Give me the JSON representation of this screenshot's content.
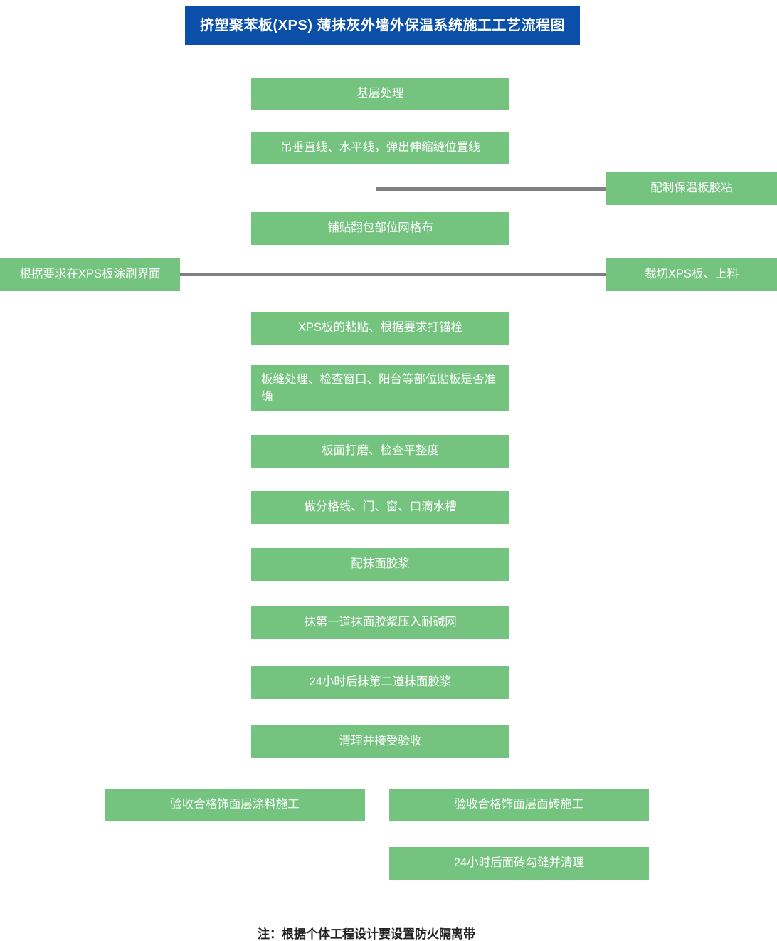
{
  "colors": {
    "title_bg": "#0b4fab",
    "node_bg": "#74c47f",
    "node_text": "#ffffff",
    "connector": "#808080",
    "page_bg": "#ffffff",
    "footnote_text": "#212121"
  },
  "header": {
    "title": "挤塑聚苯板(XPS) 薄抹灰外墙外保温系统施工工艺流程图"
  },
  "flow": {
    "main_column": [
      {
        "id": "base-treatment",
        "label": "基层处理"
      },
      {
        "id": "plumb-level-lines",
        "label": "吊垂直线、水平线，弹出伸缩缝位置线"
      },
      {
        "id": "mesh-wrap",
        "label": "铺贴翻包部位网格布"
      },
      {
        "id": "xps-bonding-anchor",
        "label": "XPS板的粘贴、根据要求打锚栓"
      },
      {
        "id": "joint-check",
        "label": "板缝处理、检查窗口、阳台等部位贴板是否准确"
      },
      {
        "id": "surface-grind",
        "label": "板面打磨、检查平整度"
      },
      {
        "id": "grooves-drip",
        "label": "做分格线、门、窗、口滴水槽"
      },
      {
        "id": "mix-skim-mortar",
        "label": "配抹面胶浆"
      },
      {
        "id": "first-skim-mesh",
        "label": "抹第一道抹面胶浆压入耐碱网"
      },
      {
        "id": "second-skim-24h",
        "label": "24小时后抹第二道抹面胶浆"
      },
      {
        "id": "clean-accept",
        "label": "清理并接受验收"
      }
    ],
    "right_column": [
      {
        "id": "mix-adhesive",
        "label": "配制保温板胶粘"
      },
      {
        "id": "cut-xps-load",
        "label": "裁切XPS板、上料"
      }
    ],
    "left_column": [
      {
        "id": "interface-coating",
        "label": "根据要求在XPS板涂刷界面"
      }
    ],
    "bottom_branches": [
      {
        "id": "paint-finish",
        "label": "验收合格饰面层涂料施工"
      },
      {
        "id": "tile-finish",
        "label": "验收合格饰面层面砖施工"
      },
      {
        "id": "tile-grout-24h",
        "label": "24小时后面砖勾缝并清理"
      }
    ]
  },
  "footnote": {
    "text": "注：根据个体工程设计要设置防火隔离带"
  }
}
